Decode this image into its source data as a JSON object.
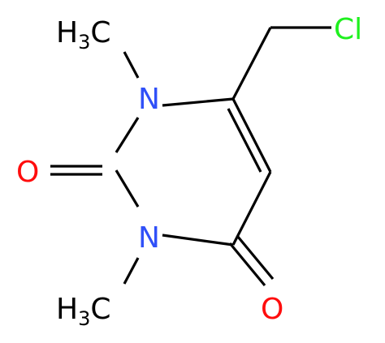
{
  "molecule": {
    "atoms": {
      "methyl_top": {
        "main": "H",
        "sub": "3",
        "tail": "C"
      },
      "n1": {
        "label": "N"
      },
      "cl": {
        "label": "Cl"
      },
      "o_left": {
        "label": "O"
      },
      "n3": {
        "label": "N"
      },
      "methyl_bottom": {
        "main": "H",
        "sub": "3",
        "tail": "C"
      },
      "o_right": {
        "label": "O"
      }
    },
    "colors": {
      "carbon": "#000000",
      "nitrogen": "#3050F8",
      "oxygen": "#FF0D0D",
      "chlorine": "#1FF01F"
    }
  }
}
